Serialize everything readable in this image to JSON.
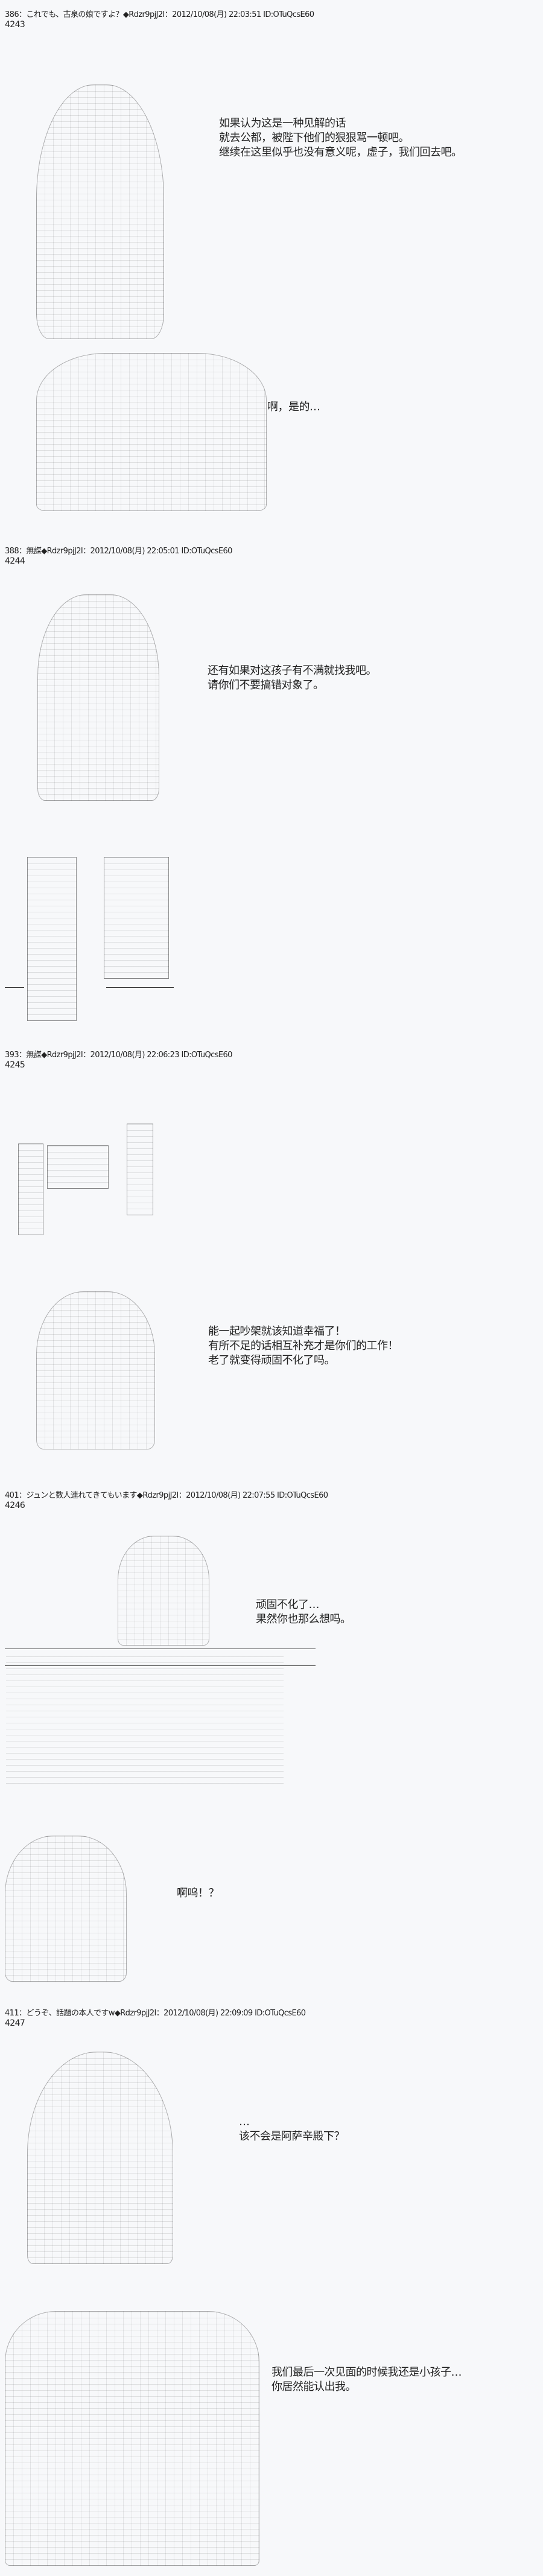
{
  "posts": [
    {
      "header": "386：これでも、古泉の娘ですよ？◆Rdzr9pjJ2I：2012/10/08(月) 22:03:51 ID:OTuQcsE60",
      "number": "4243",
      "dialogues": [
        [
          "如果认为这是一种见解的话",
          "就去公都，被陛下他们的狠狠骂一顿吧。",
          "继续在这里似乎也没有意义呢，虚子，我们回去吧。"
        ],
        [
          "啊，是的…"
        ]
      ]
    },
    {
      "header": "388：無謀◆Rdzr9pjJ2I：2012/10/08(月) 22:05:01 ID:OTuQcsE60",
      "number": "4244",
      "dialogues": [
        [
          "还有如果对这孩子有不满就找我吧。",
          "请你们不要搞错对象了。"
        ]
      ]
    },
    {
      "header": "393：無謀◆Rdzr9pjJ2I：2012/10/08(月) 22:06:23 ID:OTuQcsE60",
      "number": "4245",
      "dialogues": [
        [
          "能一起吵架就该知道幸福了！",
          "有所不足的话相互补充才是你们的工作！",
          "老了就变得顽固不化了吗。"
        ]
      ]
    },
    {
      "header": "401：ジュンと数人連れてきてもいます◆Rdzr9pjJ2I：2012/10/08(月) 22:07:55 ID:OTuQcsE60",
      "number": "4246",
      "dialogues": [
        [
          "顽固不化了…",
          "果然你也那么想吗。"
        ],
        [
          "啊呜！？"
        ]
      ]
    },
    {
      "header": "411：どうぞ、話題の本人ですw◆Rdzr9pjJ2I：2012/10/08(月) 22:09:09 ID:OTuQcsE60",
      "number": "4247",
      "dialogues": [
        [
          "…",
          "该不会是阿萨辛殿下？"
        ],
        [
          "我们最后一次见面的时候我还是小孩子…",
          "你居然能认出我。"
        ]
      ]
    }
  ]
}
